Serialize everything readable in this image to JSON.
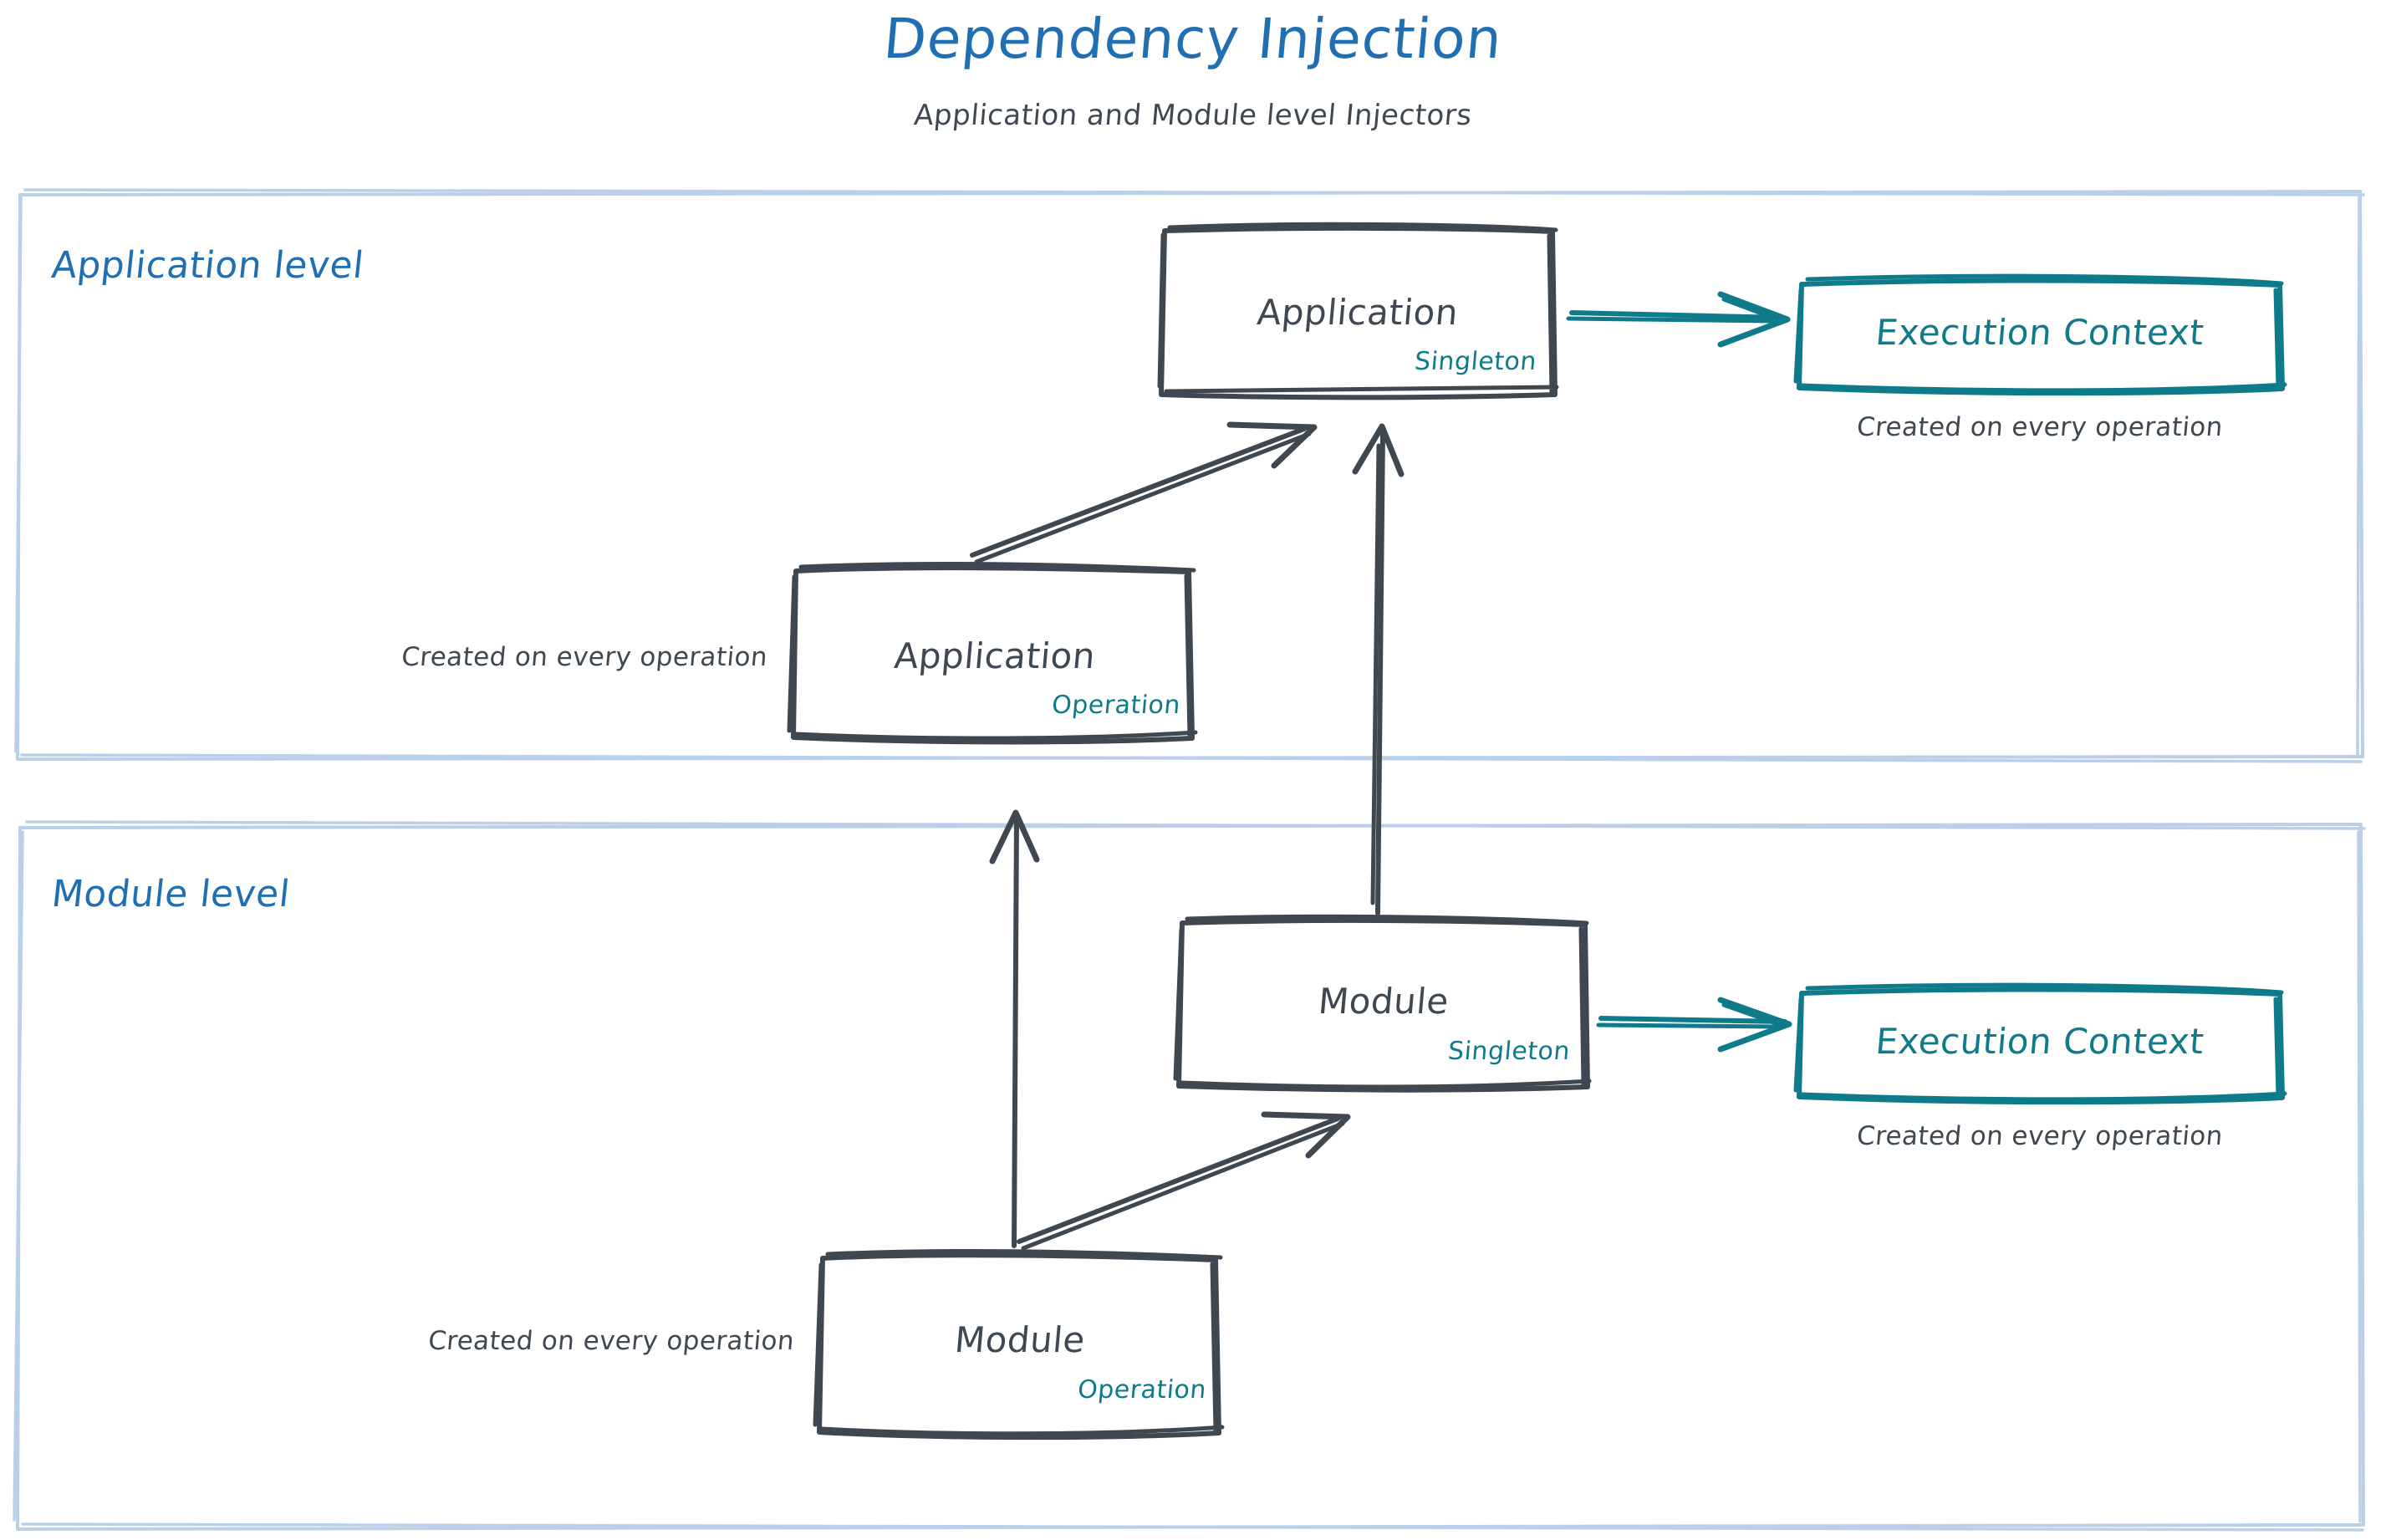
{
  "header": {
    "title": "Dependency Injection",
    "subtitle": "Application and Module level Injectors"
  },
  "colors": {
    "title_blue": "#1f6fb2",
    "level_blue": "#1f6fb2",
    "container_border": "#b9d0e8",
    "ink_dark": "#3f4851",
    "teal": "#0f7a8a",
    "background": "#ffffff"
  },
  "groups": [
    {
      "id": "application-level",
      "label": "Application level"
    },
    {
      "id": "module-level",
      "label": "Module level"
    }
  ],
  "nodes": {
    "application_singleton": {
      "title": "Application",
      "scope": "Singleton"
    },
    "application_operation": {
      "title": "Application",
      "scope": "Operation"
    },
    "module_singleton": {
      "title": "Module",
      "scope": "Singleton"
    },
    "module_operation": {
      "title": "Module",
      "scope": "Operation"
    },
    "execution_context_app": {
      "title": "Execution Context"
    },
    "execution_context_module": {
      "title": "Execution Context"
    }
  },
  "captions": {
    "app_context_note": "Created on every operation",
    "app_operation_note": "Created on every operation",
    "module_context_note": "Created on every operation",
    "module_operation_note": "Created on every operation"
  },
  "edges": [
    {
      "id": "app-singleton-to-exec-context",
      "from": "application_singleton",
      "to": "execution_context_app",
      "color": "teal"
    },
    {
      "id": "app-operation-to-app-singleton",
      "from": "application_operation",
      "to": "application_singleton",
      "color": "ink"
    },
    {
      "id": "module-singleton-to-app-singleton",
      "from": "module_singleton",
      "to": "application_singleton",
      "color": "ink"
    },
    {
      "id": "module-singleton-to-exec-context",
      "from": "module_singleton",
      "to": "execution_context_module",
      "color": "teal"
    },
    {
      "id": "module-operation-to-module-singleton",
      "from": "module_operation",
      "to": "module_singleton",
      "color": "ink"
    },
    {
      "id": "module-operation-to-app-operation",
      "from": "module_operation",
      "to": "application_operation",
      "color": "ink"
    }
  ]
}
